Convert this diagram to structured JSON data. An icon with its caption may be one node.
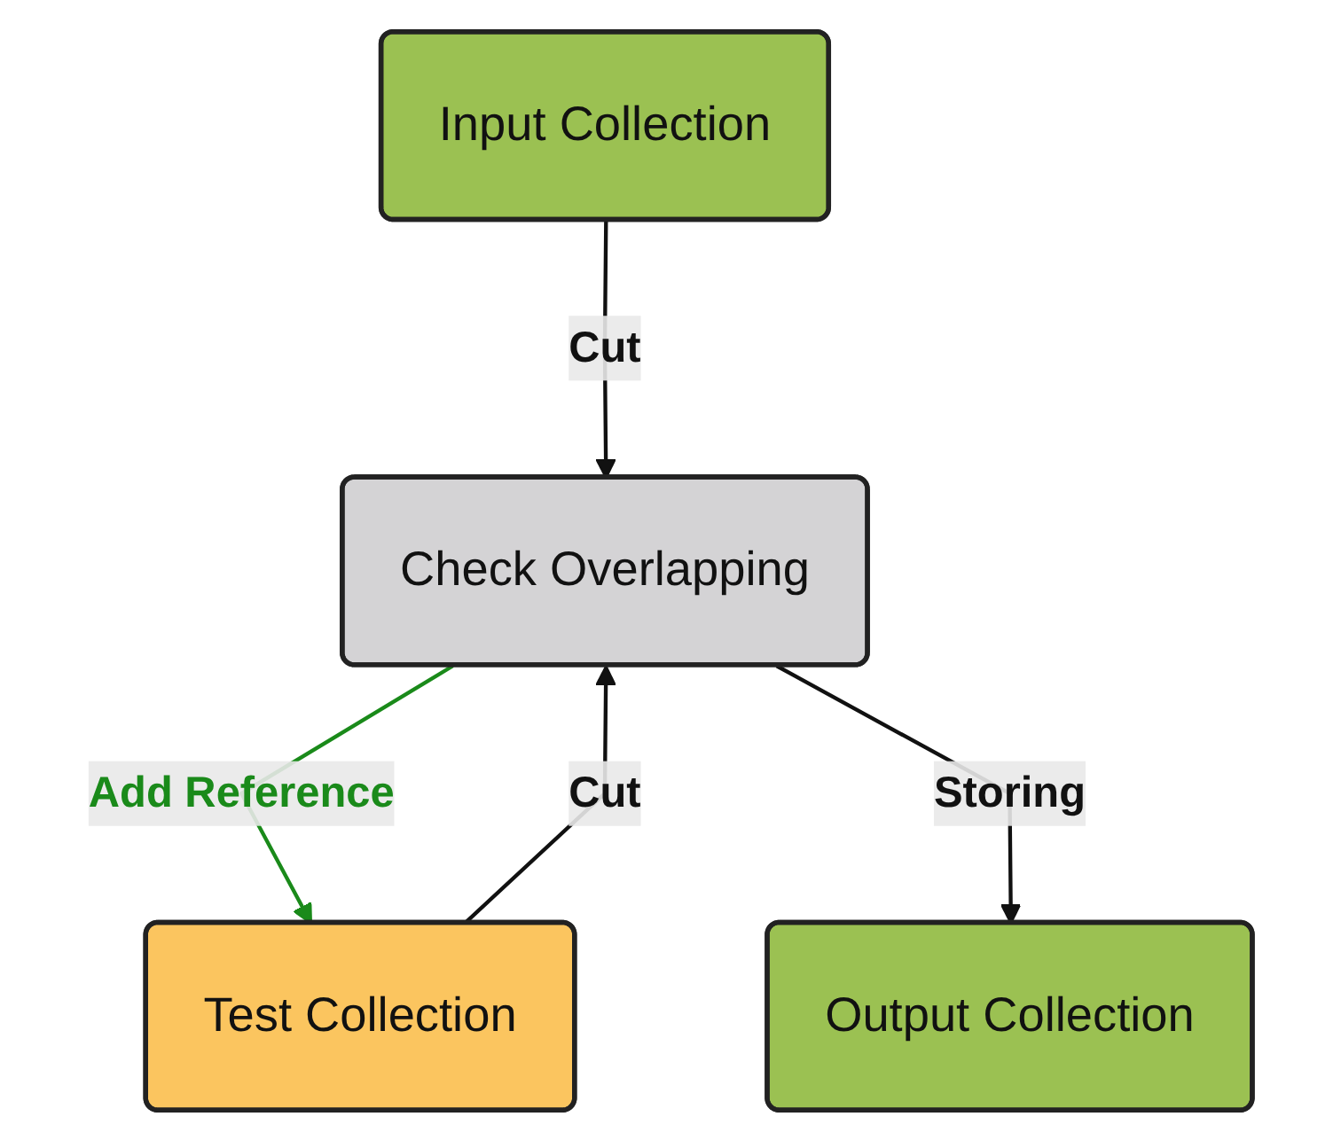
{
  "diagram": {
    "nodes": [
      {
        "text": [
          "Input Collection"
        ]
      },
      {
        "text": [
          "Test Collection"
        ]
      },
      {
        "text": [
          "Check Overlapping"
        ]
      },
      {
        "text": [
          "Output Collection"
        ]
      }
    ],
    "edges": [
      {
        "from": 0,
        "to": 2,
        "arrow": "to",
        "label": "Cut"
      },
      {
        "from": 1,
        "to": 2,
        "arrow": "to",
        "label": "Cut"
      },
      {
        "from": 2,
        "to": 1,
        "arrow": "to",
        "label": "Add Reference",
        "color": "#1a8a1a"
      },
      {
        "from": 2,
        "to": 3,
        "arrow": "to",
        "label": "Storing"
      }
    ]
  }
}
